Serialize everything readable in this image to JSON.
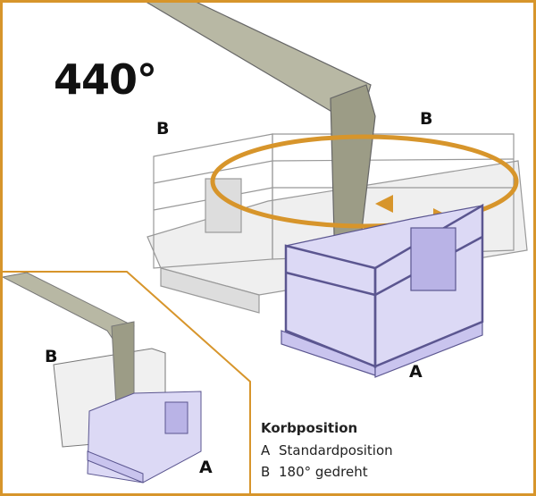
{
  "title": "440°",
  "labels": {
    "main_b_left": "B",
    "main_b_right": "B",
    "main_a": "A",
    "inset_b": "B",
    "inset_a": "A"
  },
  "legend": {
    "heading": "Korbposition",
    "items": [
      {
        "key": "A",
        "text": "Standardposition"
      },
      {
        "key": "B",
        "text": "180° gedreht"
      }
    ]
  },
  "colors": {
    "accent": "#d7952b",
    "basket_a": "#b9b3e6",
    "boom": "#9c9c86",
    "basket_b": "#e8e8e8"
  }
}
